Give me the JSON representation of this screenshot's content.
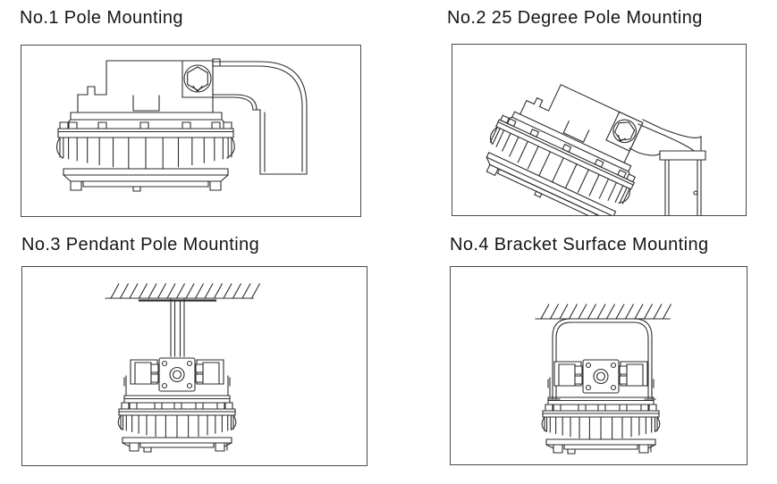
{
  "page": {
    "background": "#ffffff",
    "line_color": "#2d2d2d"
  },
  "panels": [
    {
      "label": "No.1 Pole Mounting"
    },
    {
      "label": "No.2 25 Degree Pole Mounting"
    },
    {
      "label": "No.3 Pendant Pole Mounting"
    },
    {
      "label": "No.4 Bracket Surface Mounting"
    }
  ]
}
